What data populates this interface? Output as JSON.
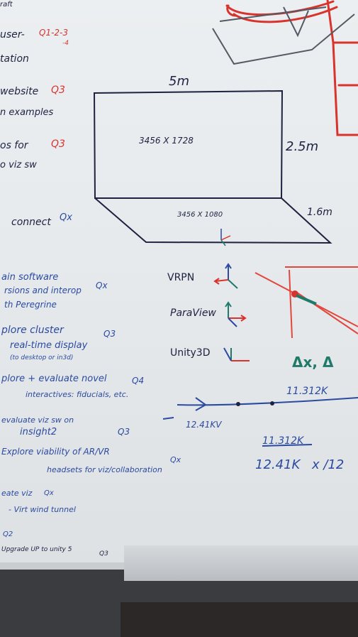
{
  "left_list": {
    "l1": "raft",
    "l2": "user-",
    "l3": "Q1-2-3",
    "l3b": "-4",
    "l4": "tation",
    "l5": "website",
    "l6": "Q3",
    "l7": "n examples",
    "l8": "os for",
    "l9": "Q3",
    "l10": "o viz sw",
    "l11": "connect",
    "l12": "Qx",
    "l13": "ain software",
    "l14": "rsions and interop",
    "l15": "Qx",
    "l16": "th Peregrine",
    "l17": "plore cluster",
    "l18": "Q3",
    "l19": "real-time display",
    "l20": "(to desktop or in3d)",
    "l21": "plore + evaluate novel",
    "l22": "Q4",
    "l23": "interactives: fiducials, etc.",
    "l24": "evaluate viz sw on",
    "l25": "insight2",
    "l26": "Q3",
    "l27": "Explore viability of AR/VR",
    "l28": "Qx",
    "l29": "headsets for viz/collaboration",
    "l30": "eate viz",
    "l31": "Qx",
    "l32": "- Virt wind tunnel",
    "l33": "Q2",
    "l34": "Upgrade UP to unity 5",
    "l35": "Q3"
  },
  "diagram": {
    "width_label": "5m",
    "height_label": "2.5m",
    "depth_label": "1.6m",
    "wall_res": "3456 X 1728",
    "floor_res": "3456 X 1080"
  },
  "axes_legend": {
    "vrpn": "VRPN",
    "paraview": "ParaView",
    "unity": "Unity3D"
  },
  "numbers": {
    "n1": "11.312K",
    "n2": "12.41KV",
    "n3": "11.312K",
    "n4": "12.41K",
    "n5": "x /12",
    "delta": "Δx, Δ"
  },
  "colors": {
    "board": "#e8ebed",
    "ink_black": "#1d2240",
    "ink_blue": "#2b4aa0",
    "ink_green": "#1f7a6a",
    "ink_red": "#d8332c",
    "tray": "#c9cdd0",
    "floor": "#3a3c3f"
  }
}
